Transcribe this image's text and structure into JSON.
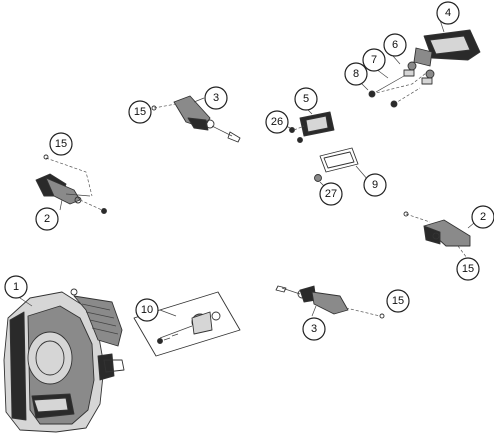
{
  "callouts": [
    {
      "id": "c1",
      "label": "1"
    },
    {
      "id": "c2a",
      "label": "2"
    },
    {
      "id": "c2b",
      "label": "2"
    },
    {
      "id": "c3a",
      "label": "3"
    },
    {
      "id": "c3b",
      "label": "3"
    },
    {
      "id": "c4",
      "label": "4"
    },
    {
      "id": "c5",
      "label": "5"
    },
    {
      "id": "c6",
      "label": "6"
    },
    {
      "id": "c7",
      "label": "7"
    },
    {
      "id": "c8",
      "label": "8"
    },
    {
      "id": "c9",
      "label": "9"
    },
    {
      "id": "c10",
      "label": "10"
    },
    {
      "id": "c15a",
      "label": "15"
    },
    {
      "id": "c15b",
      "label": "15"
    },
    {
      "id": "c15c",
      "label": "15"
    },
    {
      "id": "c15d",
      "label": "15"
    },
    {
      "id": "c26",
      "label": "26"
    },
    {
      "id": "c27",
      "label": "27"
    }
  ]
}
